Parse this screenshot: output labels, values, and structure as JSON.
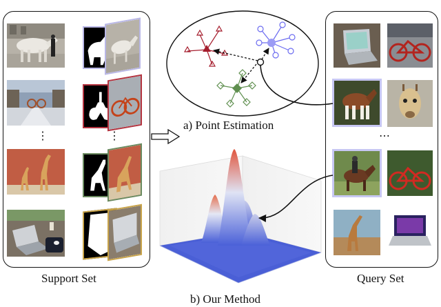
{
  "support_set": {
    "label": "Support Set",
    "ellipsis": "⋮"
  },
  "query_set": {
    "label": "Query Set",
    "ellipsis": "⋯"
  },
  "panel_a": {
    "label": "a) Point Estimation"
  },
  "panel_b": {
    "label": "b) Our Method"
  },
  "colors": {
    "horse_outline": "#b9b7e6",
    "bike_outline": "#b4333f",
    "giraffe_outline": "#6a8a5f",
    "laptop_outline": "#c9a44a",
    "class_red": "#a51d2d",
    "class_blue": "#6b6bf0",
    "class_green": "#5f8f4f",
    "surface_low": "#4a60d8",
    "surface_high": "#e0563e",
    "query_highlight": "#c7c7f3"
  }
}
